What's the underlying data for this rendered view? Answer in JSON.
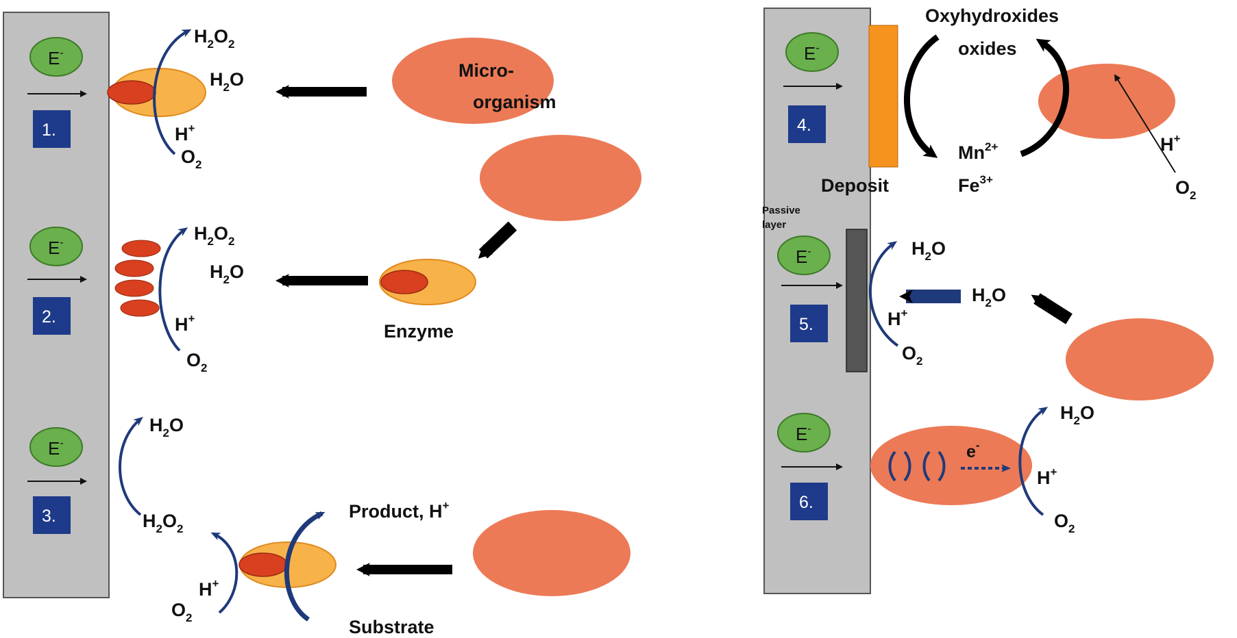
{
  "electron_label": "E",
  "electron_charge": "-",
  "panels": [
    {
      "number": "1.",
      "top_product": "H",
      "top_product_sub": "2",
      "top_product_end": "O",
      "top_product_sub2": "2",
      "mid_product": "H",
      "mid_product_sub": "2",
      "mid_product_end": "O",
      "proton": "H",
      "proton_sup": "+",
      "oxygen": "O",
      "oxygen_sub": "2"
    },
    {
      "number": "2.",
      "top_product": "H",
      "top_product_sub": "2",
      "top_product_end": "O",
      "top_product_sub2": "2",
      "mid_product": "H",
      "mid_product_sub": "2",
      "mid_product_end": "O",
      "proton": "H",
      "proton_sup": "+",
      "oxygen": "O",
      "oxygen_sub": "2"
    },
    {
      "number": "3.",
      "top_product": "H",
      "top_product_sub": "2",
      "top_product_end": "O",
      "h2o2": "H",
      "h2o2_sub": "2",
      "h2o2_end": "O",
      "h2o2_sub2": "2",
      "proton": "H",
      "proton_sup": "+",
      "oxygen": "O",
      "oxygen_sub": "2"
    },
    {
      "number": "4."
    },
    {
      "number": "5.",
      "top_product": "H",
      "top_product_sub": "2",
      "top_product_end": "O",
      "input": "H",
      "input_sub": "2",
      "input_end": "O",
      "proton": "H",
      "proton_sup": "+",
      "oxygen": "O",
      "oxygen_sub": "2"
    },
    {
      "number": "6.",
      "top_product": "H",
      "top_product_sub": "2",
      "top_product_end": "O",
      "electron": "e",
      "electron_sup": "-",
      "proton": "H",
      "proton_sup": "+",
      "oxygen": "O",
      "oxygen_sub": "2"
    }
  ],
  "microorganism_line1": "Micro-",
  "microorganism_line2": "organism",
  "enzyme_label": "Enzyme",
  "product_label": "Product, H",
  "product_sup": "+",
  "substrate_label": "Substrate",
  "oxyhydroxides_label": "Oxyhydroxides",
  "oxides_label": "oxides",
  "deposit_label": "Deposit",
  "mn_label": "Mn",
  "mn_sup": "2+",
  "fe_label": "Fe",
  "fe_sup": "3+",
  "panel4_proton": "H",
  "panel4_proton_sup": "+",
  "panel4_oxygen": "O",
  "panel4_oxygen_sub": "2",
  "passive_line1": "Passive",
  "passive_line2": "layer",
  "colors": {
    "electrode": "#c0c0c0",
    "electron_ball": "#6ab04c",
    "number_box": "#1e3a8a",
    "microbe": "#ec7a57",
    "enzyme_outer": "#f7b24a",
    "enzyme_inner": "#d8401f",
    "deposit": "#f5931e",
    "passive": "#555555",
    "curve": "#1f3a7a"
  }
}
